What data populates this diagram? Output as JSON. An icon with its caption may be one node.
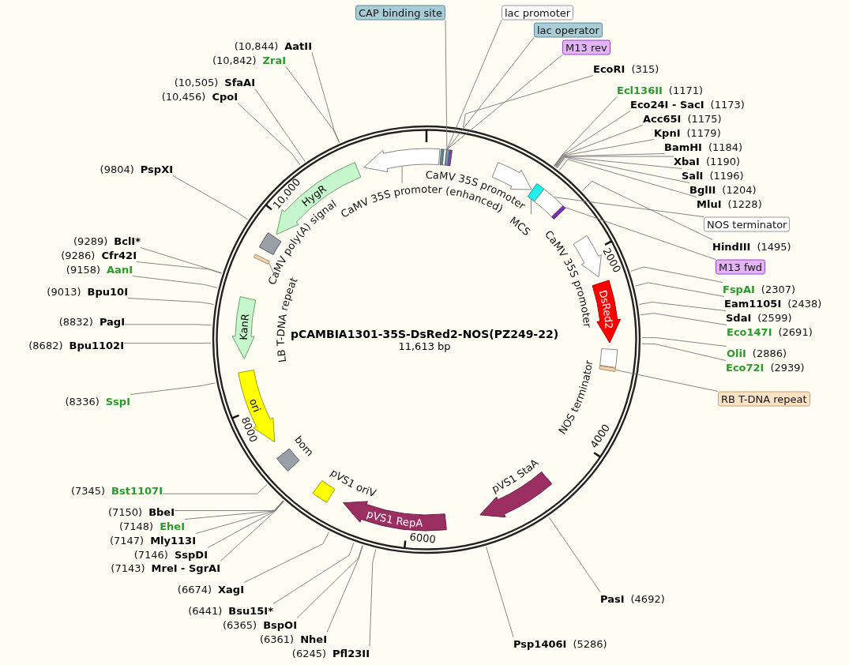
{
  "diagram": {
    "title": "pCAMBIA1301-35S-DsRed2-NOS(PZ249-22)",
    "nodes": [
      {
        "text": [
          "CAP binding site"
        ]
      },
      {
        "text": [
          "lac promoter"
        ]
      },
      {
        "text": [
          "lac operator"
        ]
      },
      {
        "text": [
          "M13 rev"
        ]
      },
      {
        "text": [
          "(10,844)",
          "AatII"
        ]
      },
      {
        "text": [
          "(10,842)",
          "ZraI"
        ]
      },
      {
        "text": [
          "(10,505)",
          "SfaAI"
        ]
      },
      {
        "text": [
          "(10,456)",
          "CpoI"
        ]
      },
      {
        "text": [
          "EcoRI",
          "(315)"
        ]
      },
      {
        "text": [
          "Ecl136II",
          "(1171)"
        ]
      },
      {
        "text": [
          "Eco24I - SacI",
          "(1173)"
        ]
      },
      {
        "text": [
          "Acc65I",
          "(1175)"
        ]
      },
      {
        "text": [
          "KpnI",
          "(1179)"
        ]
      },
      {
        "text": [
          "BamHI",
          "(1184)"
        ]
      },
      {
        "text": [
          "XbaI",
          "(1190)"
        ]
      },
      {
        "text": [
          "SalI",
          "(1196)"
        ]
      },
      {
        "text": [
          "BglII",
          "(1204)"
        ]
      },
      {
        "text": [
          "MluI",
          "(1228)"
        ]
      },
      {
        "text": [
          "NOS terminator"
        ]
      },
      {
        "text": [
          "HindIII",
          "(1495)"
        ]
      },
      {
        "text": [
          "M13 fwd"
        ]
      },
      {
        "text": [
          "FspAI",
          "(2307)"
        ]
      },
      {
        "text": [
          "Eam1105I",
          "(2438)"
        ]
      },
      {
        "text": [
          "SdaI",
          "(2599)"
        ]
      },
      {
        "text": [
          "Eco147I",
          "(2691)"
        ]
      },
      {
        "text": [
          "OliI",
          "(2886)"
        ]
      },
      {
        "text": [
          "Eco72I",
          "(2939)"
        ]
      },
      {
        "text": [
          "RB T-DNA repeat"
        ]
      },
      {
        "text": [
          "(9804)",
          "PspXI"
        ]
      },
      {
        "text": [
          "(9289)",
          "BclI*"
        ]
      },
      {
        "text": [
          "(9286)",
          "Cfr42I"
        ]
      },
      {
        "text": [
          "(9158)",
          "AanI"
        ]
      },
      {
        "text": [
          "(9013)",
          "Bpu10I"
        ]
      },
      {
        "text": [
          "(8832)",
          "PagI"
        ]
      },
      {
        "text": [
          "(8682)",
          "Bpu1102I"
        ]
      },
      {
        "text": [
          "(8336)",
          "SspI"
        ]
      },
      {
        "text": [
          "(7345)",
          "Bst1107I"
        ]
      },
      {
        "text": [
          "(7150)",
          "BbeI"
        ]
      },
      {
        "text": [
          "(7148)",
          "EheI"
        ]
      },
      {
        "text": [
          "(7147)",
          "Mly113I"
        ]
      },
      {
        "text": [
          "(7146)",
          "SspDI"
        ]
      },
      {
        "text": [
          "(7143)",
          "MreI - SgrAI"
        ]
      },
      {
        "text": [
          "(6674)",
          "XagI"
        ]
      },
      {
        "text": [
          "(6441)",
          "Bsu15I*"
        ]
      },
      {
        "text": [
          "(6365)",
          "BspOI"
        ]
      },
      {
        "text": [
          "(6361)",
          "NheI"
        ]
      },
      {
        "text": [
          "(6245)",
          "Pfl23II"
        ]
      },
      {
        "text": [
          "PasI",
          "(4692)"
        ]
      },
      {
        "text": [
          "Psp1406I",
          "(5286)"
        ]
      },
      {
        "text": [],
        "shape": "bar"
      },
      {
        "text": [],
        "shape": "arrow"
      },
      {
        "text": [
          "CaMV 35S promoter (enhanced)"
        ]
      },
      {
        "text": [
          "CaMV 35S promoter"
        ]
      },
      {
        "text": [
          "MCS"
        ]
      },
      {
        "text": [],
        "shape": "box"
      },
      {
        "text": [],
        "shape": "box"
      },
      {
        "text": [],
        "shape": "bar"
      },
      {
        "text": [
          "CaMV 35S promoter"
        ]
      },
      {
        "text": [
          "DsRed2"
        ]
      },
      {
        "text": [
          "NOS terminator"
        ]
      },
      {
        "text": [],
        "shape": "bar"
      },
      {
        "text": [
          "pVS1 StaA"
        ]
      },
      {
        "text": [
          "pVS1 RepA"
        ]
      },
      {
        "text": [
          "pVS1 oriV"
        ]
      },
      {
        "text": [
          "bom"
        ]
      },
      {
        "text": [
          "ori"
        ]
      },
      {
        "text": [
          "KanR"
        ]
      },
      {
        "text": [
          "LB T-DNA repeat"
        ]
      },
      {
        "text": [],
        "shape": "bar"
      },
      {
        "text": [
          "CaMV poly(A) signal"
        ]
      },
      {
        "text": [
          "HygR"
        ]
      }
    ],
    "edges": [
      {
        "from": 0,
        "to": 49,
        "arrow": "none"
      },
      {
        "from": 1,
        "to": 49,
        "arrow": "none"
      },
      {
        "from": 2,
        "to": 49,
        "arrow": "none"
      },
      {
        "from": 3,
        "to": 49,
        "arrow": "none"
      },
      {
        "from": 4,
        "to": null,
        "arrow": "none"
      },
      {
        "from": 5,
        "to": null,
        "arrow": "none"
      },
      {
        "from": 6,
        "to": null,
        "arrow": "none"
      },
      {
        "from": 7,
        "to": null,
        "arrow": "none"
      },
      {
        "from": 8,
        "to": null,
        "arrow": "none"
      },
      {
        "from": 9,
        "to": null,
        "arrow": "none"
      },
      {
        "from": 10,
        "to": null,
        "arrow": "none"
      },
      {
        "from": 11,
        "to": null,
        "arrow": "none"
      },
      {
        "from": 12,
        "to": null,
        "arrow": "none"
      },
      {
        "from": 13,
        "to": null,
        "arrow": "none"
      },
      {
        "from": 14,
        "to": null,
        "arrow": "none"
      },
      {
        "from": 15,
        "to": null,
        "arrow": "none"
      },
      {
        "from": 16,
        "to": null,
        "arrow": "none"
      },
      {
        "from": 17,
        "to": null,
        "arrow": "none"
      },
      {
        "from": 18,
        "to": 55,
        "arrow": "none"
      },
      {
        "from": 19,
        "to": null,
        "arrow": "none"
      },
      {
        "from": 20,
        "to": 56,
        "arrow": "none"
      },
      {
        "from": 21,
        "to": null,
        "arrow": "none"
      },
      {
        "from": 22,
        "to": null,
        "arrow": "none"
      },
      {
        "from": 23,
        "to": null,
        "arrow": "none"
      },
      {
        "from": 24,
        "to": null,
        "arrow": "none"
      },
      {
        "from": 25,
        "to": null,
        "arrow": "none"
      },
      {
        "from": 26,
        "to": null,
        "arrow": "none"
      },
      {
        "from": 27,
        "to": 60,
        "arrow": "none"
      },
      {
        "from": 28,
        "to": null,
        "arrow": "none"
      },
      {
        "from": 29,
        "to": null,
        "arrow": "none"
      },
      {
        "from": 30,
        "to": null,
        "arrow": "none"
      },
      {
        "from": 31,
        "to": null,
        "arrow": "none"
      },
      {
        "from": 32,
        "to": null,
        "arrow": "none"
      },
      {
        "from": 33,
        "to": null,
        "arrow": "none"
      },
      {
        "from": 34,
        "to": null,
        "arrow": "none"
      },
      {
        "from": 35,
        "to": null,
        "arrow": "none"
      },
      {
        "from": 36,
        "to": null,
        "arrow": "none"
      },
      {
        "from": 37,
        "to": null,
        "arrow": "none"
      },
      {
        "from": 38,
        "to": null,
        "arrow": "none"
      },
      {
        "from": 39,
        "to": null,
        "arrow": "none"
      },
      {
        "from": 40,
        "to": null,
        "arrow": "none"
      },
      {
        "from": 41,
        "to": null,
        "arrow": "none"
      },
      {
        "from": 42,
        "to": null,
        "arrow": "none"
      },
      {
        "from": 43,
        "to": null,
        "arrow": "none"
      },
      {
        "from": 44,
        "to": null,
        "arrow": "none"
      },
      {
        "from": 45,
        "to": null,
        "arrow": "none"
      },
      {
        "from": 46,
        "to": null,
        "arrow": "none"
      },
      {
        "from": 47,
        "to": null,
        "arrow": "none"
      },
      {
        "from": 48,
        "to": null,
        "arrow": "none"
      },
      {
        "from": 51,
        "to": 50,
        "arrow": "none"
      },
      {
        "from": 53,
        "to": 54,
        "arrow": "none"
      },
      {
        "from": 67,
        "to": 68,
        "arrow": "none"
      }
    ],
    "labels": [
      "10,000",
      "2000",
      "11,613 bp",
      "8000",
      "4000",
      "6000"
    ]
  }
}
